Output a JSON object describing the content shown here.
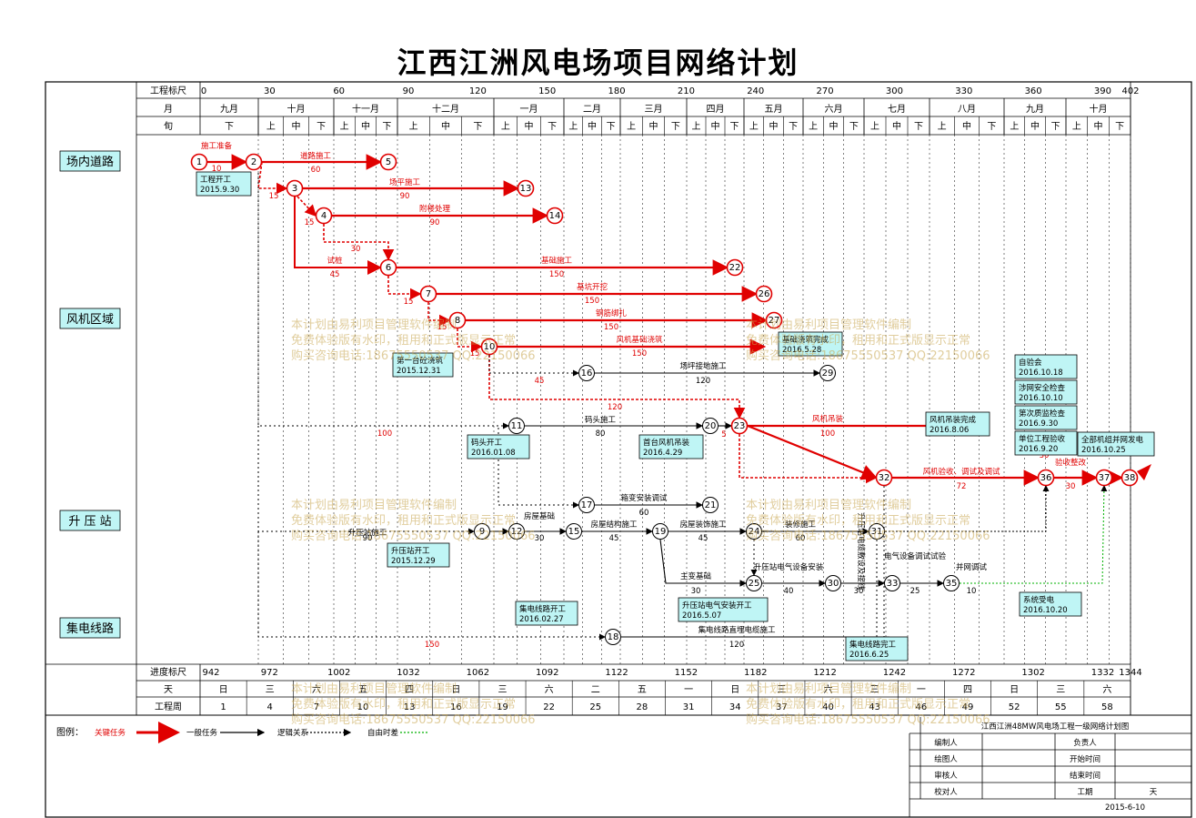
{
  "title": "江西江洲风电场项目网络计划",
  "header": {
    "scale_label": "工程标尺",
    "month_label": "月",
    "xun_label": "旬",
    "scale_ticks": [
      "0",
      "30",
      "60",
      "90",
      "120",
      "150",
      "180",
      "210",
      "240",
      "270",
      "300",
      "330",
      "360",
      "390",
      "402"
    ],
    "months": [
      "九月",
      "十月",
      "十一月",
      "十二月",
      "一月",
      "二月",
      "三月",
      "四月",
      "五月",
      "六月",
      "七月",
      "八月",
      "九月",
      "十月"
    ],
    "xun": [
      "下",
      "上",
      "中",
      "下",
      "上",
      "中",
      "下",
      "上",
      "中",
      "下",
      "上",
      "中",
      "下",
      "上",
      "中",
      "下",
      "上",
      "中",
      "下",
      "上",
      "中",
      "下",
      "上",
      "中",
      "下",
      "上",
      "中",
      "下",
      "上",
      "中",
      "下",
      "上",
      "中",
      "下",
      "上",
      "中",
      "下",
      "上",
      "中",
      "下",
      "上",
      "中",
      "下"
    ]
  },
  "footer": {
    "progress_label": "进度标尺",
    "progress_ticks": [
      "942",
      "972",
      "1002",
      "1032",
      "1062",
      "1092",
      "1122",
      "1152",
      "1182",
      "1212",
      "1242",
      "1272",
      "1302",
      "1332",
      "1344"
    ],
    "day_label": "天",
    "weekdays": [
      "日",
      "三",
      "六",
      "五",
      "四",
      "日",
      "三",
      "六",
      "二",
      "五",
      "一",
      "日",
      "三",
      "六",
      "三",
      "一",
      "四",
      "日",
      "三",
      "六"
    ],
    "week_label": "工程周",
    "weeks": [
      "1",
      "4",
      "7",
      "10",
      "13",
      "16",
      "19",
      "22",
      "25",
      "28",
      "31",
      "34",
      "37",
      "40",
      "43",
      "46",
      "49",
      "52",
      "55",
      "58"
    ]
  },
  "sections": [
    "场内道路",
    "风机区域",
    "升 压 站",
    "集电线路"
  ],
  "nodes": [
    "1",
    "2",
    "3",
    "4",
    "5",
    "6",
    "7",
    "8",
    "9",
    "10",
    "11",
    "12",
    "13",
    "14",
    "15",
    "16",
    "17",
    "18",
    "19",
    "20",
    "21",
    "22",
    "23",
    "24",
    "25",
    "26",
    "27",
    "29",
    "30",
    "31",
    "32",
    "33",
    "35",
    "36",
    "37",
    "38"
  ],
  "activities": {
    "a1": {
      "name": "施工准备",
      "dur": "10"
    },
    "a2": {
      "name": "道路施工",
      "dur": "60"
    },
    "a3": {
      "name": "场平施工",
      "dur": "90"
    },
    "a4": {
      "name": "附楼处理",
      "dur": "90"
    },
    "a5": {
      "name": "基础施工",
      "dur": "150"
    },
    "a6": {
      "name": "基坑开挖",
      "dur": "150"
    },
    "a7": {
      "name": "钢筋绑扎",
      "dur": "150"
    },
    "a8": {
      "name": "风机基础浇筑",
      "dur": "150"
    },
    "a9": {
      "name": "场坪接地施工",
      "dur": "120"
    },
    "a10": {
      "name": "码头施工",
      "dur": "80"
    },
    "a11": {
      "name": "风机吊装",
      "dur": "100"
    },
    "a12": {
      "name": "风机验收、调试及调试",
      "dur": "72"
    },
    "a13": {
      "name": "验收整改",
      "dur": "30"
    },
    "a14": {
      "name": "箱变安装调试",
      "dur": "60"
    },
    "a15": {
      "name": "房屋基础",
      "dur": "30"
    },
    "a16": {
      "name": "房屋结构施工",
      "dur": "45"
    },
    "a17": {
      "name": "房屋装饰施工",
      "dur": "45"
    },
    "a18": {
      "name": "装修施工",
      "dur": "60"
    },
    "a19": {
      "name": "主变基础",
      "dur": "30"
    },
    "a20": {
      "name": "升压站电气设备安装",
      "dur": "40"
    },
    "a21": {
      "name": "升压站电缆敷设及接线",
      "dur": "30"
    },
    "a22": {
      "name": "电气设备调试试验",
      "dur": "25"
    },
    "a23": {
      "name": "并网调试",
      "dur": "10"
    },
    "a24": {
      "name": "集电线路直埋电缆施工",
      "dur": "120"
    },
    "a25": {
      "name": "试桩",
      "dur": "45"
    },
    "a26": {
      "name": "升压站施工",
      "dur": "90"
    }
  },
  "extra_durs": [
    "15",
    "15",
    "30",
    "15",
    "15",
    "15",
    "45",
    "120",
    "100",
    "150",
    "30",
    "5"
  ],
  "milestones": {
    "m1": {
      "name": "工程开工",
      "date": "2015.9.30"
    },
    "m2": {
      "name": "第一台砼浇筑",
      "date": "2015.12.31"
    },
    "m3": {
      "name": "码头开工",
      "date": "2016.01.08"
    },
    "m4": {
      "name": "首台风机吊装",
      "date": "2016.4.29"
    },
    "m5": {
      "name": "基础浇筑完成",
      "date": "2016.5.28"
    },
    "m6": {
      "name": "风机吊装完成",
      "date": "2016.8.06"
    },
    "m7": {
      "name": "自验会",
      "date": "2016.10.18"
    },
    "m8": {
      "name": "涉网安全检查",
      "date": "2016.10.10"
    },
    "m9": {
      "name": "第次质监检查",
      "date": "2016.9.30"
    },
    "m10": {
      "name": "单位工程验收",
      "date": "2016.9.20"
    },
    "m11": {
      "name": "全部机组并网发电",
      "date": "2016.10.25"
    },
    "m12": {
      "name": "升压站开工",
      "date": "2015.12.29"
    },
    "m13": {
      "name": "集电线路开工",
      "date": "2016.02.27"
    },
    "m14": {
      "name": "升压站电气安装开工",
      "date": "2016.5.07"
    },
    "m15": {
      "name": "系统受电",
      "date": "2016.10.20"
    },
    "m16": {
      "name": "集电线路完工",
      "date": "2016.6.25"
    }
  },
  "watermark": [
    "本计划由易利项目管理软件编制",
    "免费体验版有水印，租用和正式版显示正常",
    "购买咨询电话:18675550537 QQ:22150066"
  ],
  "legend": {
    "label": "图例：",
    "critical": "关键任务",
    "normal": "一般任务",
    "logic": "逻辑关系",
    "float": "自由时差"
  },
  "title_block": {
    "heading": "江西江洲48MW风电场工程一级网络计划图",
    "rows": [
      [
        "编制人",
        "",
        "负责人",
        ""
      ],
      [
        "绘图人",
        "",
        "开始时间",
        ""
      ],
      [
        "审核人",
        "",
        "结束时间",
        ""
      ],
      [
        "校对人",
        "",
        "工期",
        "天"
      ]
    ],
    "date": "2015-6-10"
  },
  "colors": {
    "critical": "#e00000",
    "normal": "#000000",
    "milestone_bg": "#bff5f5",
    "section_bg": "#bff5f5",
    "float": "#00b000",
    "watermark": "#c8a64e"
  }
}
